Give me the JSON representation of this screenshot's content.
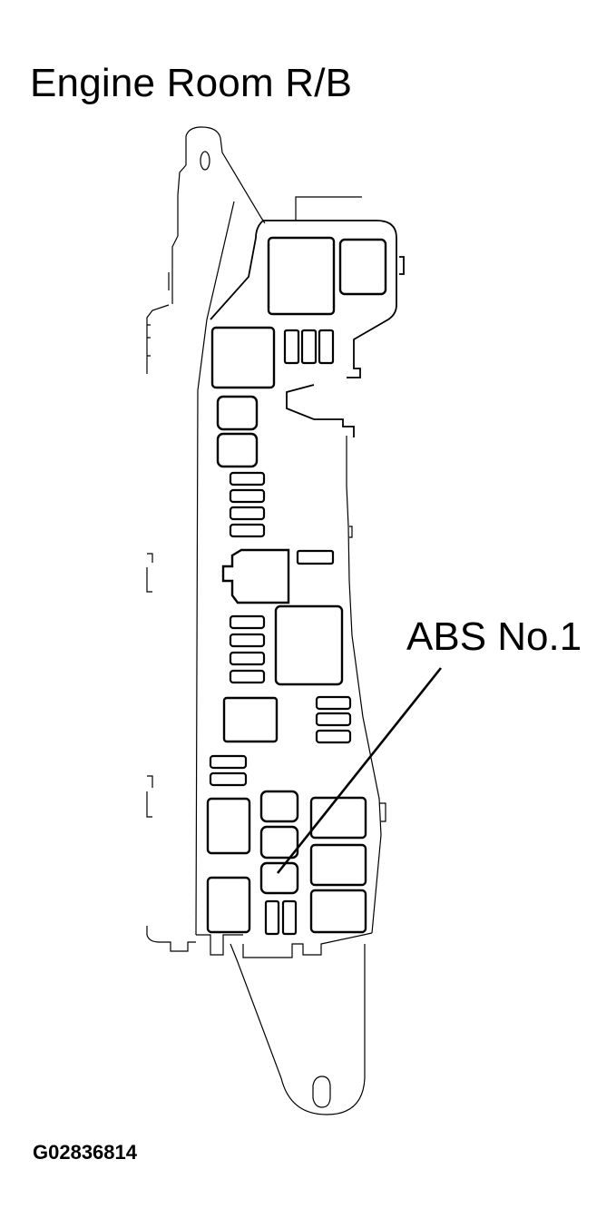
{
  "diagram": {
    "title": "Engine Room R/B",
    "callout": {
      "label": "ABS No.1",
      "target": "ABS No.1 fuse"
    },
    "figure_code": "G02836814",
    "colors": {
      "background": "#ffffff",
      "line": "#000000"
    }
  }
}
